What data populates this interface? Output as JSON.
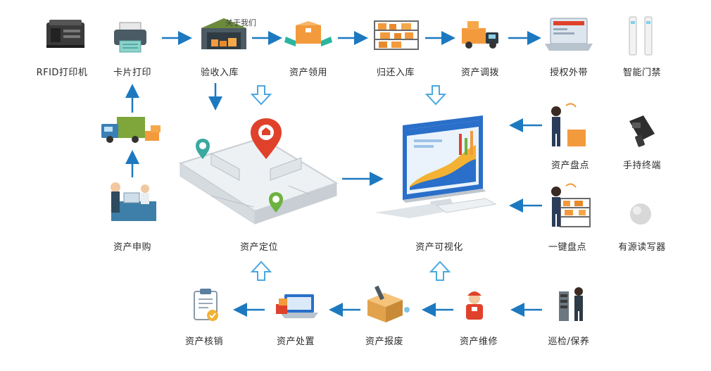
{
  "header_overlay": "关于我们",
  "nodes": {
    "rfid_printer": "RFID打印机",
    "card_print": "卡片打印",
    "receive_storage": "验收入库",
    "asset_claim": "资产领用",
    "return_storage": "归还入库",
    "asset_transfer": "资产调拨",
    "authorized_out": "授权外带",
    "smart_gate": "智能门禁",
    "asset_inventory": "资产盘点",
    "handheld_terminal": "手持终端",
    "one_key_inventory": "一键盘点",
    "active_reader": "有源读写器",
    "asset_purchase": "资产申购",
    "asset_location": "资产定位",
    "asset_visualization": "资产可视化",
    "asset_writeoff": "资产核销",
    "asset_disposal": "资产处置",
    "asset_scrap": "资产报废",
    "asset_repair": "资产维修",
    "inspection_maintenance": "巡检/保养"
  },
  "colors": {
    "arrow_blue": "#1c79c0",
    "hollow_arrow": "#4aa8e0",
    "pin_red": "#e0412b",
    "pin_green": "#6db33f",
    "pin_teal": "#3aa9a0",
    "box_orange": "#f39a3c",
    "monitor_blue": "#2a6fc9"
  }
}
